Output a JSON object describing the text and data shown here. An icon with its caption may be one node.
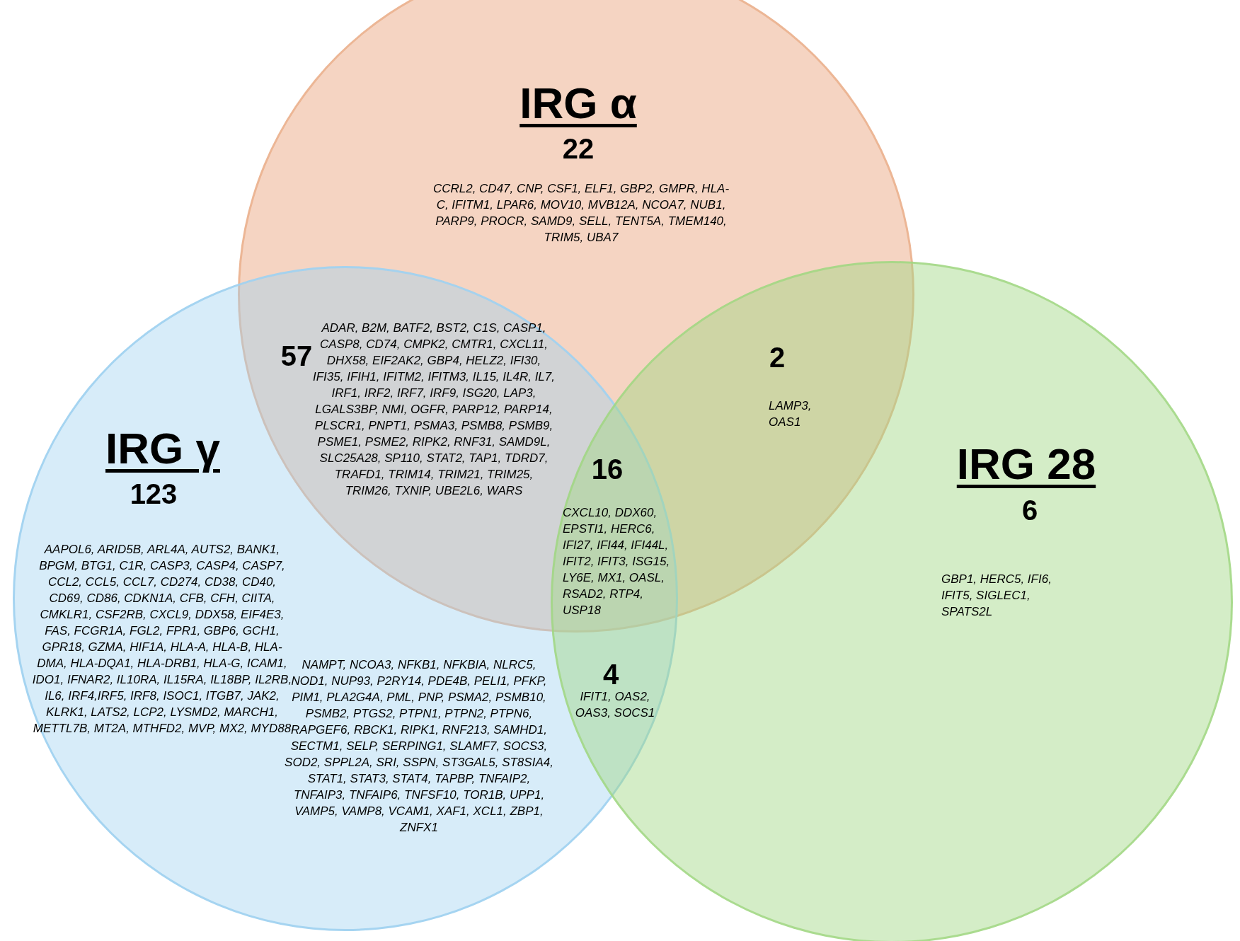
{
  "diagram": {
    "nodes": [
      {
        "text": [
          "IRG α",
          "22",
          "CCRL2, CD47, CNP, CSF1, ELF1, GBP2, GMPR, HLA-C, IFITM1, LPAR6, MOV10, MVB12A, NCOA7, NUB1, PARP9, PROCR, SAMD9, SELL, TENT5A, TMEM140, TRIM5, UBA7"
        ]
      },
      {
        "text": [
          "IRG γ",
          "123",
          "AAPOL6, ARID5B, ARL4A, AUTS2, BANK1, BPGM, BTG1, C1R, CASP3, CASP4, CASP7, CCL2, CCL5, CCL7, CD274, CD38, CD40, CD69, CD86, CDKN1A, CFB, CFH, CIITA, CMKLR1, CSF2RB, CXCL9, DDX58, EIF4E3, FAS, FCGR1A, FGL2, FPR1, GBP6, GCH1, GPR18, GZMA, HIF1A, HLA-A, HLA-B, HLA-DMA, HLA-DQA1, HLA-DRB1, HLA-G, ICAM1, IDO1, IFNAR2, IL10RA, IL15RA, IL18BP, IL2RB, IL6, IRF4,IRF5, IRF8, ISOC1, ITGB7, JAK2, KLRK1, LATS2, LCP2, LYSMD2, MARCH1, METTL7B, MT2A, MTHFD2, MVP, MX2, MYD88",
          "NAMPT, NCOA3, NFKB1, NFKBIA, NLRC5, NOD1, NUP93, P2RY14, PDE4B, PELI1, PFKP, PIM1, PLA2G4A, PML, PNP, PSMA2, PSMB10, PSMB2, PTGS2, PTPN1, PTPN2, PTPN6, RAPGEF6, RBCK1, RIPK1, RNF213, SAMHD1, SECTM1, SELP, SERPING1, SLAMF7, SOCS3, SOD2, SPPL2A, SRI, SSPN, ST3GAL5, ST8SIA4, STAT1, STAT3, STAT4, TAPBP, TNFAIP2, TNFAIP3, TNFAIP6, TNFSF10, TOR1B, UPP1, VAMP5, VAMP8, VCAM1, XAF1, XCL1, ZBP1, ZNFX1"
        ]
      },
      {
        "text": [
          "IRG 28",
          "6",
          "GBP1, HERC5, IFI6, IFIT5, SIGLEC1, SPATS2L"
        ]
      }
    ],
    "labels": [
      "57",
      "ADAR, B2M, BATF2, BST2, C1S, CASP1, CASP8, CD74, CMPK2, CMTR1, CXCL11, DHX58, EIF2AK2, GBP4, HELZ2, IFI30, IFI35, IFIH1, IFITM2, IFITM3, IL15, IL4R, IL7, IRF1, IRF2, IRF7, IRF9, ISG20, LAP3, LGALS3BP, NMI, OGFR, PARP12, PARP14, PLSCR1, PNPT1, PSMA3, PSMB8, PSMB9, PSME1, PSME2, RIPK2, RNF31, SAMD9L, SLC25A28, SP110, STAT2, TAP1, TDRD7, TRAFD1, TRIM14, TRIM21, TRIM25, TRIM26, TXNIP, UBE2L6, WARS",
      "2",
      "LAMP3, OAS1",
      "16",
      "CXCL10, DDX60, EPSTI1, HERC6, IFI27, IFI44, IFI44L, IFIT2, IFIT3, ISG15, LY6E, MX1, OASL, RSAD2, RTP4, USP18",
      "4",
      "IFIT1, OAS2, OAS3, SOCS1"
    ]
  }
}
